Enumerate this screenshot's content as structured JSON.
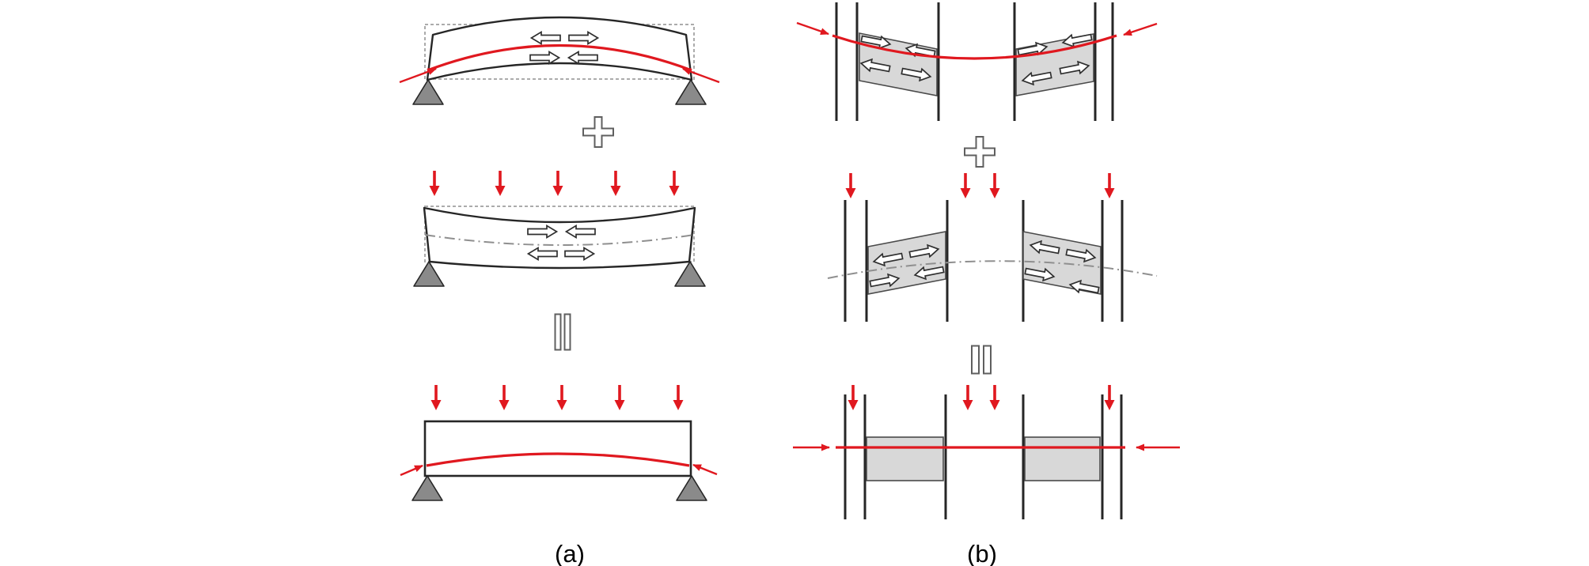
{
  "figure": {
    "caption_labels": {
      "a": "(a)",
      "b": "(b)"
    }
  },
  "icons": {
    "plus_operator": "outlined-plus",
    "equals_operator": "double-vertical-bars",
    "red_down_arrow": "downward-load-arrow",
    "red_inward_arrow": "inward-axial-force-arrow",
    "block_arrow": "hollow-stress-arrow",
    "support": "triangle-pin-support",
    "gray_panel": "shaded-coupling-panel",
    "wall_line": "vertical-wall-line",
    "dashed_outline": "undeformed-shape-outline",
    "dashdot_line": "centerline"
  },
  "colors": {
    "red": "#e0181f",
    "line": "#262626",
    "support_fill": "#8a8a8a",
    "panel_fill": "#d8d8d8",
    "panel_border": "#4a4a4a",
    "dashed": "#ababab",
    "dashdot": "#8f8f8f",
    "operator_border": "#5f5f5f",
    "arrow_outline": "#2f2f2f",
    "background": "#ffffff",
    "label_color": "#000000"
  }
}
